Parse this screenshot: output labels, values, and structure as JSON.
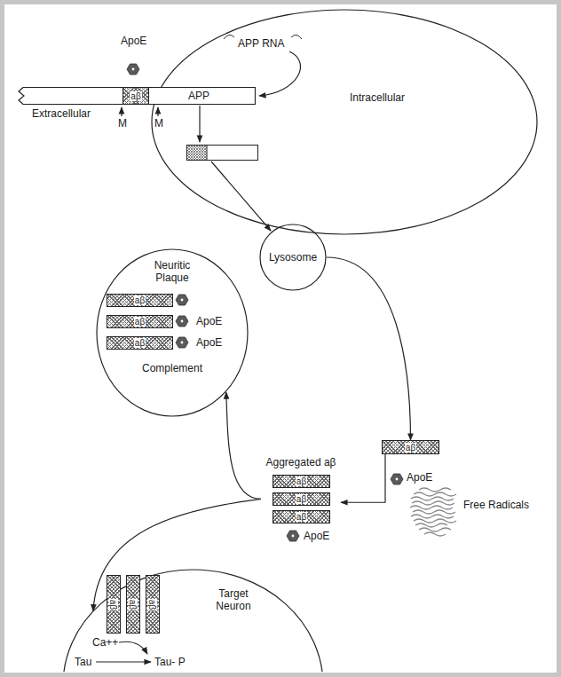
{
  "diagram": {
    "nodes": [
      {
        "text": [
          "Intracellular"
        ]
      },
      {
        "text": [
          "APP"
        ]
      },
      {
        "text": [
          "aβ"
        ],
        "in": 1
      },
      {
        "text": [
          "Lysosome"
        ]
      },
      {
        "text": [
          "aβ"
        ]
      },
      {
        "text": [
          "Aggregated aβ"
        ]
      },
      {
        "text": [
          "aβ"
        ],
        "in": 5
      },
      {
        "text": [
          "aβ"
        ],
        "in": 5
      },
      {
        "text": [
          "aβ"
        ],
        "in": 5
      },
      {
        "text": [
          "Neuritic Plaque",
          "Complement"
        ]
      },
      {
        "text": [
          "aβ"
        ],
        "in": 9
      },
      {
        "text": [
          "aβ"
        ],
        "in": 9
      },
      {
        "text": [
          "aβ"
        ],
        "in": 9
      },
      {
        "text": [
          "Target Neuron"
        ]
      },
      {
        "text": [
          "aβ"
        ],
        "in": 13
      },
      {
        "text": [
          "aβ"
        ],
        "in": 13
      },
      {
        "text": [
          "aβ"
        ],
        "in": 13
      }
    ],
    "edges": [
      {
        "from": 3,
        "to": 4,
        "arrow": "to"
      },
      {
        "from": 4,
        "to": 5,
        "arrow": "to"
      },
      {
        "from": 5,
        "to": 9,
        "arrow": "to"
      },
      {
        "from": 5,
        "to": 13,
        "arrow": "to"
      }
    ],
    "labels": [
      "ApoE",
      "APP RNA",
      "Extracellular",
      "M",
      "M",
      "ApoE",
      "ApoE",
      "ApoE",
      "Free Radicals",
      "ApoE",
      "Ca++",
      "Tau",
      "Tau- P"
    ]
  }
}
